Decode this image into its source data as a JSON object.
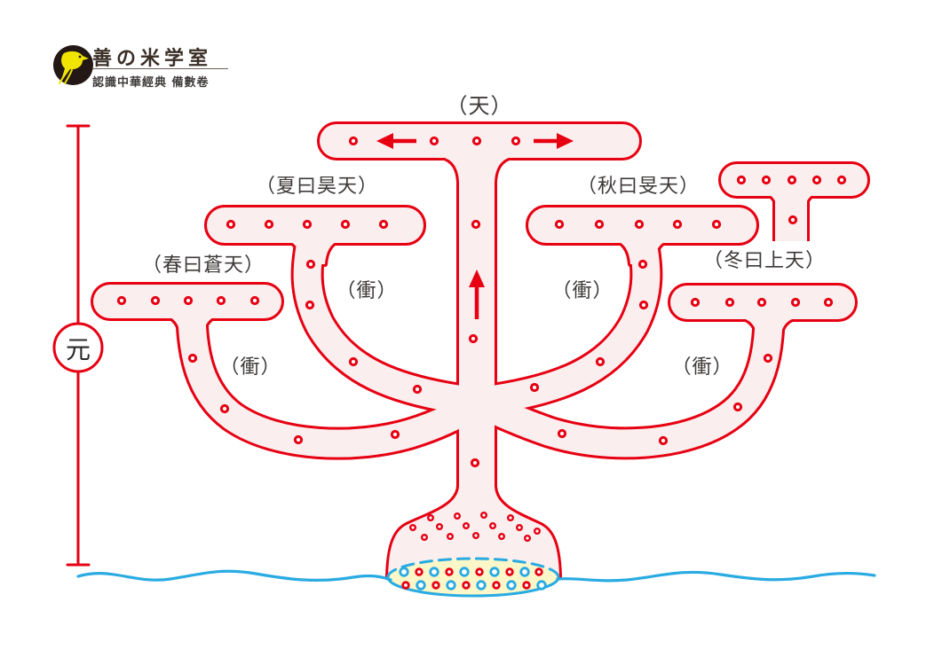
{
  "logo": {
    "title": "善の米学室",
    "subtitle": "認識中華經典 備數卷",
    "icon": "bird-icon"
  },
  "scale": {
    "label": "元"
  },
  "diagram": {
    "top": "（天）",
    "summer": "（夏曰昊天）",
    "autumn": "（秋曰旻天）",
    "spring": "（春曰蒼天）",
    "winter": "（冬曰上天）",
    "chong_upper_left": "（衝）",
    "chong_upper_right": "（衝）",
    "chong_lower_left": "（衝）",
    "chong_lower_right": "（衝）"
  },
  "colors": {
    "red": "#e60012",
    "pink": "#fbeeee",
    "blue": "#29abe2",
    "pool": "#fbf7c9",
    "ink": "#3e3a39",
    "logodark": "#231815",
    "bird": "#f0e400"
  }
}
